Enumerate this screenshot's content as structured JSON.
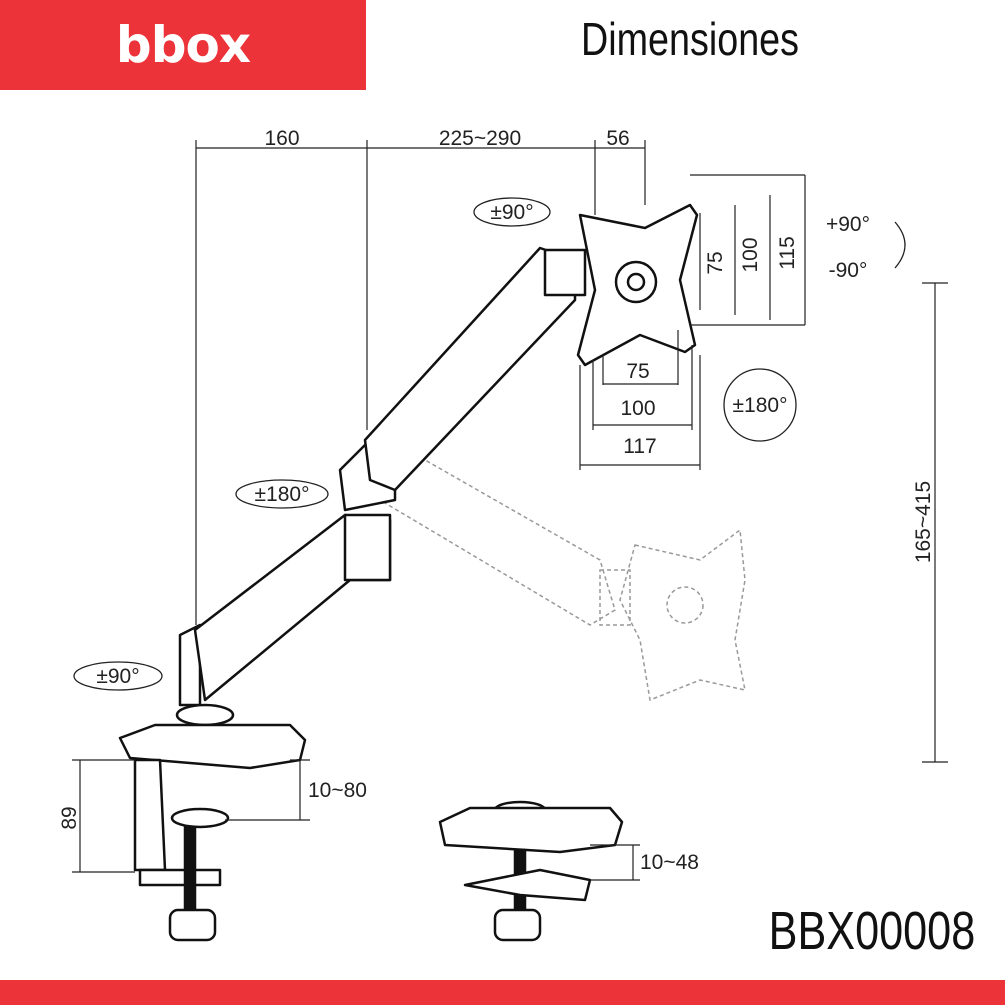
{
  "brand": {
    "logo_text": "bbox",
    "color": "#ec3339"
  },
  "header": {
    "title": "Dimensiones"
  },
  "product_code": "BBX00008",
  "dimensions": {
    "top": [
      "160",
      "225~290",
      "56"
    ],
    "vesa_vertical": [
      "75",
      "100",
      "115"
    ],
    "vesa_horizontal": [
      "75",
      "100",
      "117"
    ],
    "height_range": "165~415",
    "clamp_height": "89",
    "clamp_range": "10~80",
    "grommet_range": "10~48"
  },
  "rotations": {
    "head_swivel": "±90°",
    "tilt_up": "+90°",
    "tilt_down": "-90°",
    "rotation": "±180°",
    "elbow": "±180°",
    "base": "±90°"
  }
}
